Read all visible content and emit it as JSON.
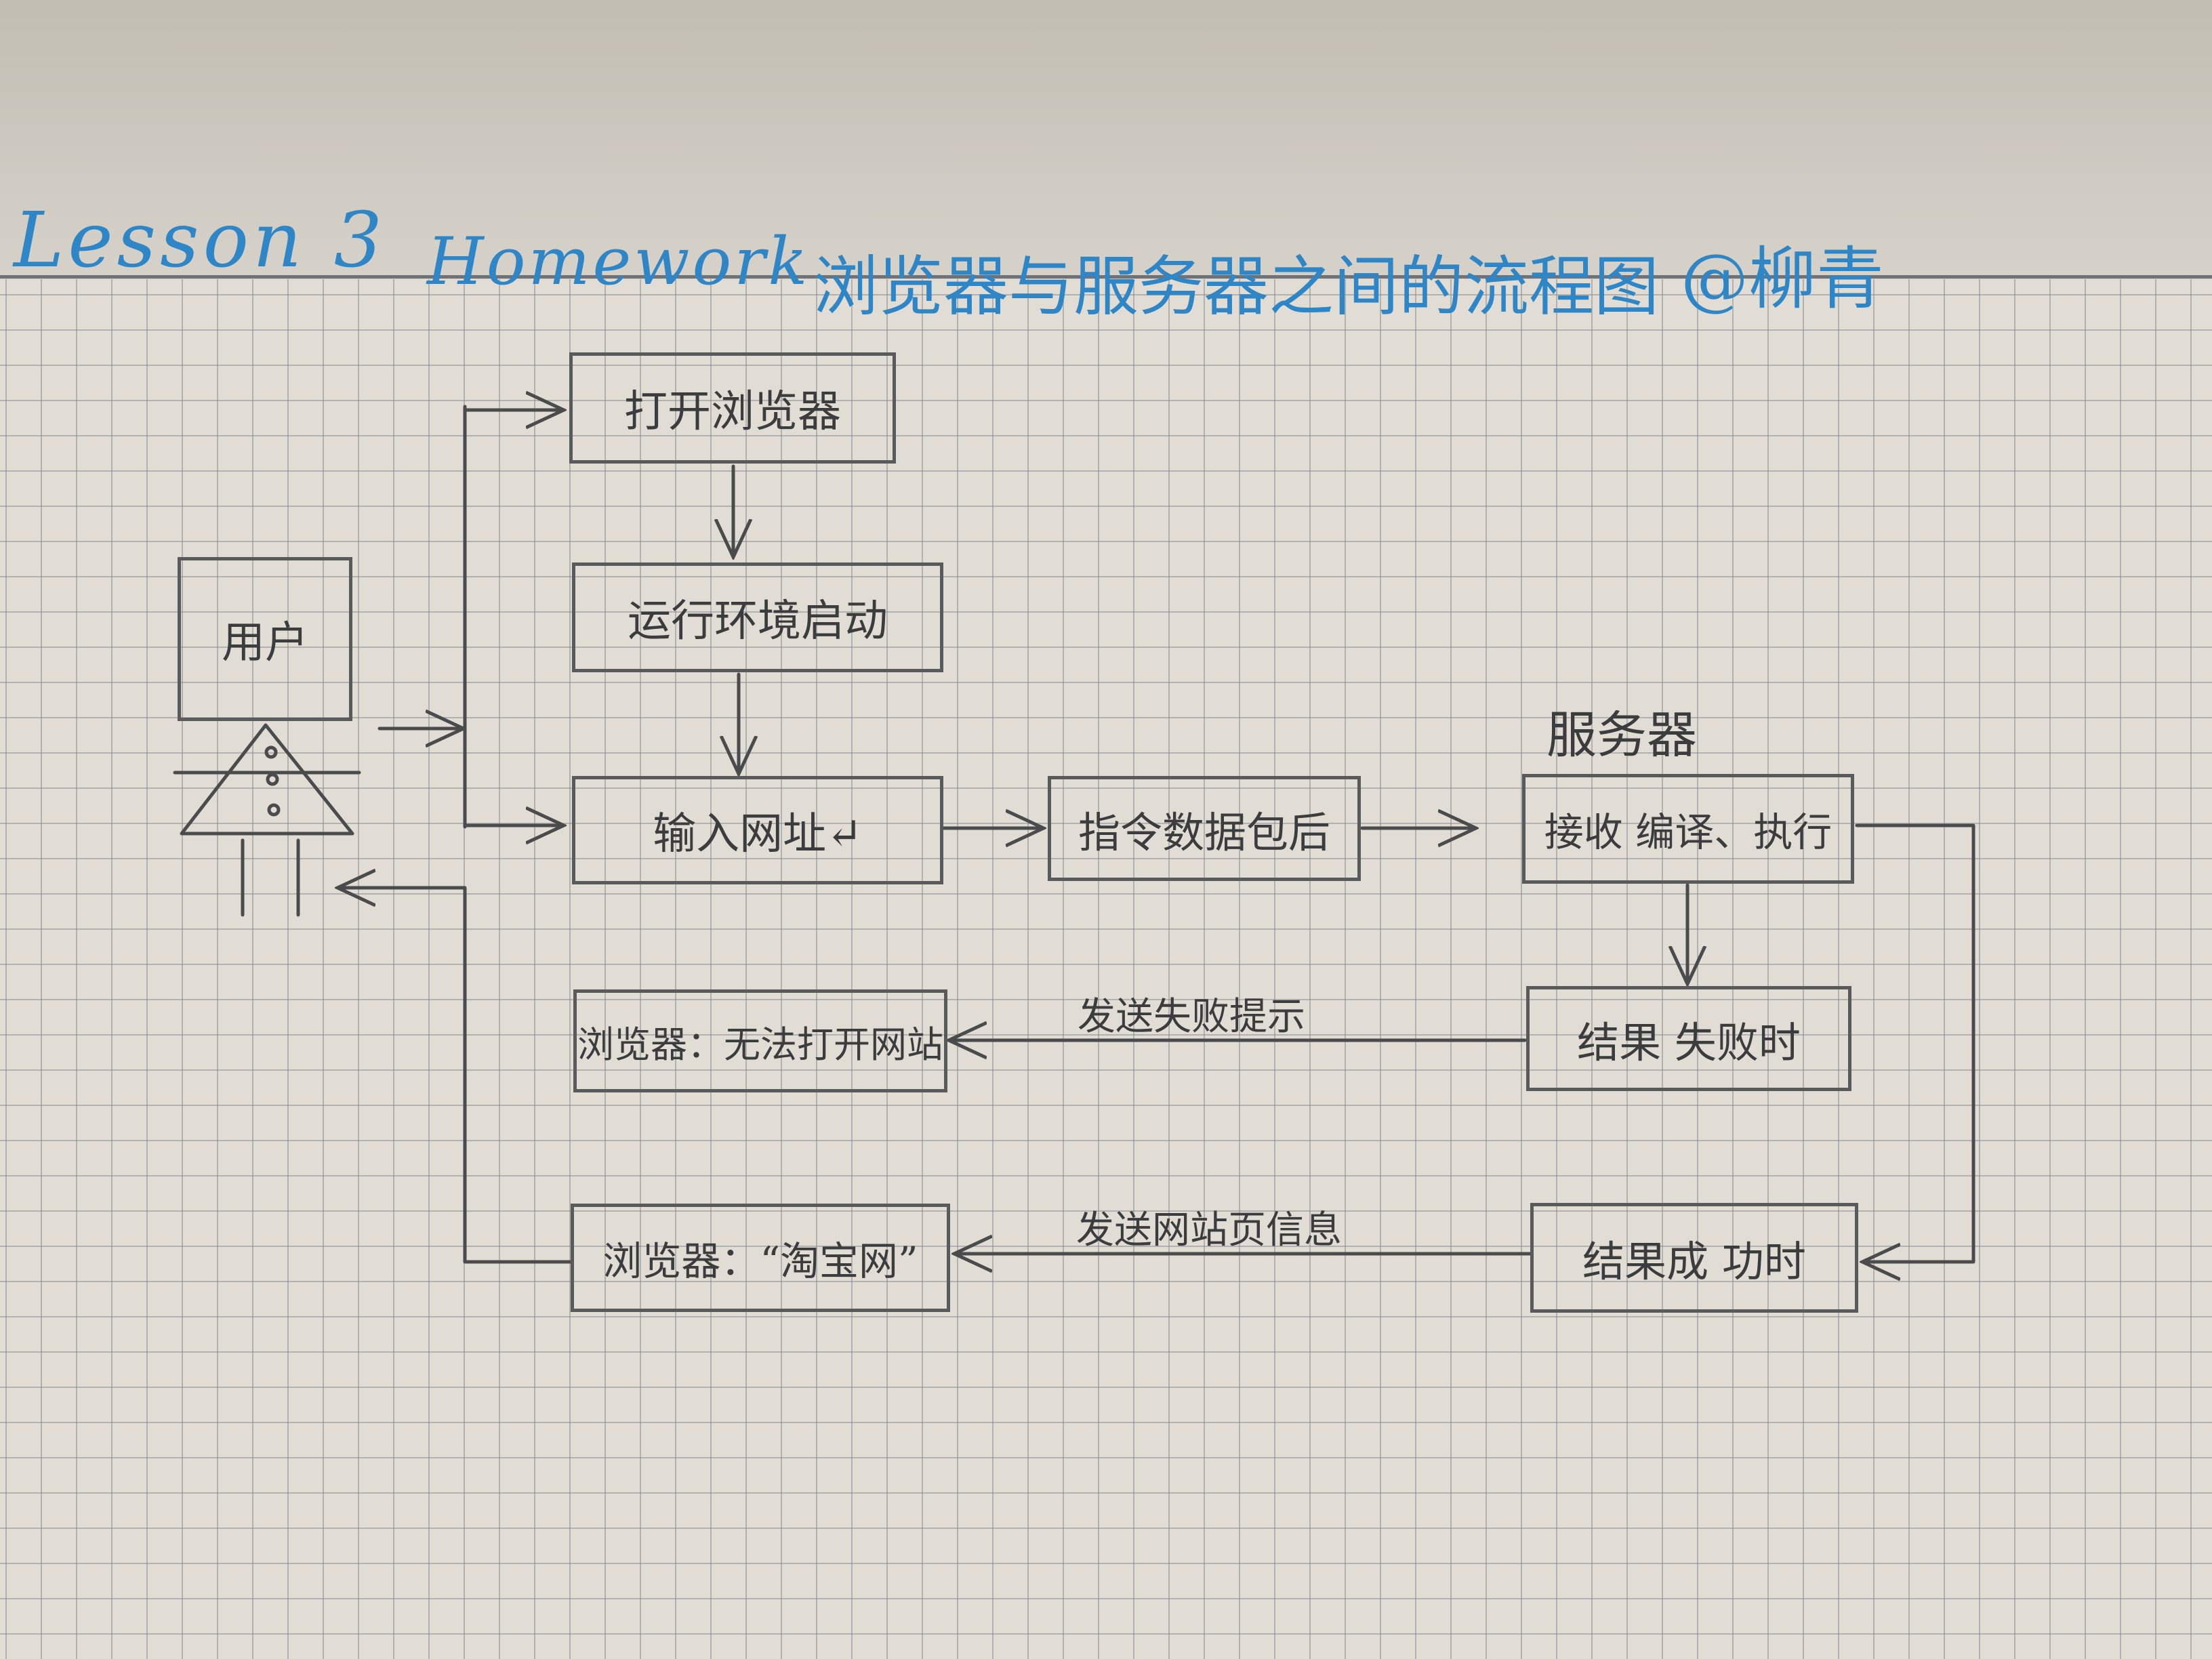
{
  "title": {
    "lesson": "Lesson 3",
    "homework": "Homework",
    "subject": "浏览器与服务器之间的流程图",
    "author": "@柳青"
  },
  "diagram": {
    "user_box": "用户",
    "nodes": {
      "open_browser": "打开浏览器",
      "runtime_start": "运行环境启动",
      "enter_url": "输入网址↵",
      "command_packet": "指令数据包后",
      "server_label": "服务器",
      "server_process": "接收 编译、执行",
      "result_fail": "结果 失败时",
      "result_success": "结果成 功时",
      "browser_fail": "浏览器：无法打开网站",
      "browser_taobao": "浏览器：“淘宝网”"
    },
    "edge_labels": {
      "send_fail": "发送失败提示",
      "send_info": "发送网站页信息"
    }
  }
}
